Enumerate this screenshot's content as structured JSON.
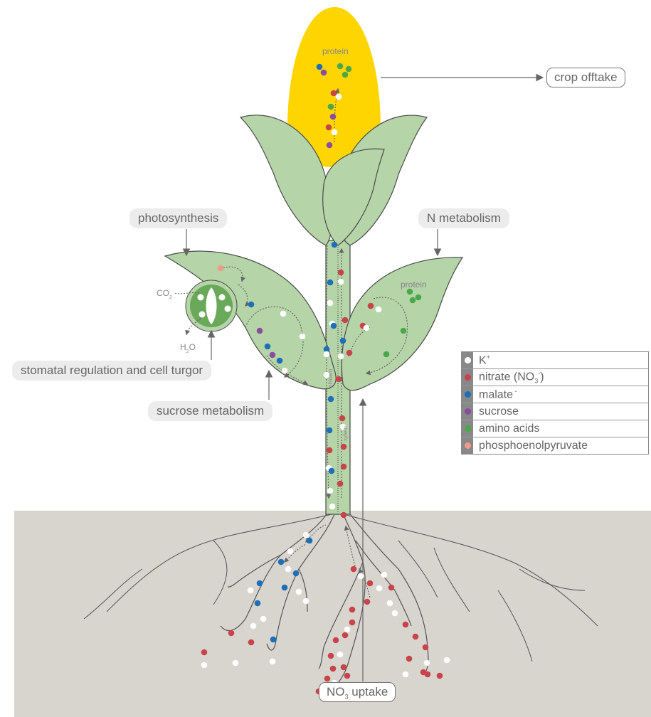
{
  "labels": {
    "protein_top": "protein",
    "crop_offtake": "crop offtake",
    "photosynthesis": "photosynthesis",
    "n_metabolism": "N metabolism",
    "protein_leaf": "protein",
    "co2": "CO",
    "co2_sub": "2",
    "h2o_h": "H",
    "h2o_sub": "2",
    "h2o_o": "O",
    "stomatal": "stomatal regulation and cell turgor",
    "sucrose_metabolism": "sucrose metabolism",
    "phloem": "phloem",
    "xylem": "xylem",
    "no3_prefix": "NO",
    "no3_sub": "3",
    "no3_suffix": " uptake"
  },
  "legend": [
    {
      "id": "k",
      "label": "K",
      "sup": "+",
      "sub": "",
      "tail": "",
      "color": "#ffffff"
    },
    {
      "id": "nitrate",
      "label": "nitrate (NO",
      "sub": "3",
      "sup": "-",
      "tail": ")",
      "color": "#c8434a"
    },
    {
      "id": "malate",
      "label": "malate",
      "sub": "",
      "sup": " -",
      "tail": "",
      "color": "#1d6fb8"
    },
    {
      "id": "sucrose",
      "label": "sucrose",
      "sub": "",
      "sup": "",
      "tail": "",
      "color": "#8a4d9e"
    },
    {
      "id": "amino",
      "label": "amino acids",
      "sub": "",
      "sup": "",
      "tail": "",
      "color": "#4aa84a"
    },
    {
      "id": "pep",
      "label": "phosphoenolpyruvate",
      "sub": "",
      "sup": "",
      "tail": "",
      "color": "#f29a8a"
    }
  ],
  "colors": {
    "soil": "#d8d4ce",
    "cob": "#ffd500",
    "leaf": "#b5d4a8",
    "leaf_stroke": "#4a4a4a",
    "stem": "#b5d4a8",
    "stomata": "#6aa85a"
  }
}
